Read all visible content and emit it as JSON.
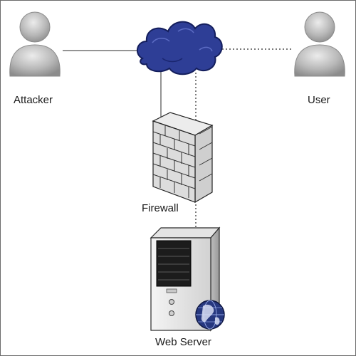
{
  "nodes": {
    "attacker": {
      "label": "Attacker",
      "icon": "person-icon"
    },
    "user": {
      "label": "User",
      "icon": "person-icon"
    },
    "internet": {
      "icon": "cloud-icon"
    },
    "firewall": {
      "label": "Firewall",
      "icon": "brick-wall-icon"
    },
    "web_server": {
      "label": "Web Server",
      "icon": "server-tower-icon",
      "badge_icon": "globe-icon"
    }
  },
  "edges": [
    {
      "from": "attacker",
      "to": "internet",
      "style": "solid"
    },
    {
      "from": "internet",
      "to": "user",
      "style": "dotted"
    },
    {
      "from": "internet",
      "to": "firewall",
      "style": "solid"
    },
    {
      "from": "internet",
      "to": "web_server",
      "style": "dotted"
    }
  ],
  "colors": {
    "cloud": "#2e3e96",
    "cloud_outline": "#141e5c",
    "person": "#b8b8b8",
    "line": "#2a2a2a",
    "wall": "#dcdcdc",
    "server_panel": "#1c1c1c",
    "globe": "#26377f"
  }
}
